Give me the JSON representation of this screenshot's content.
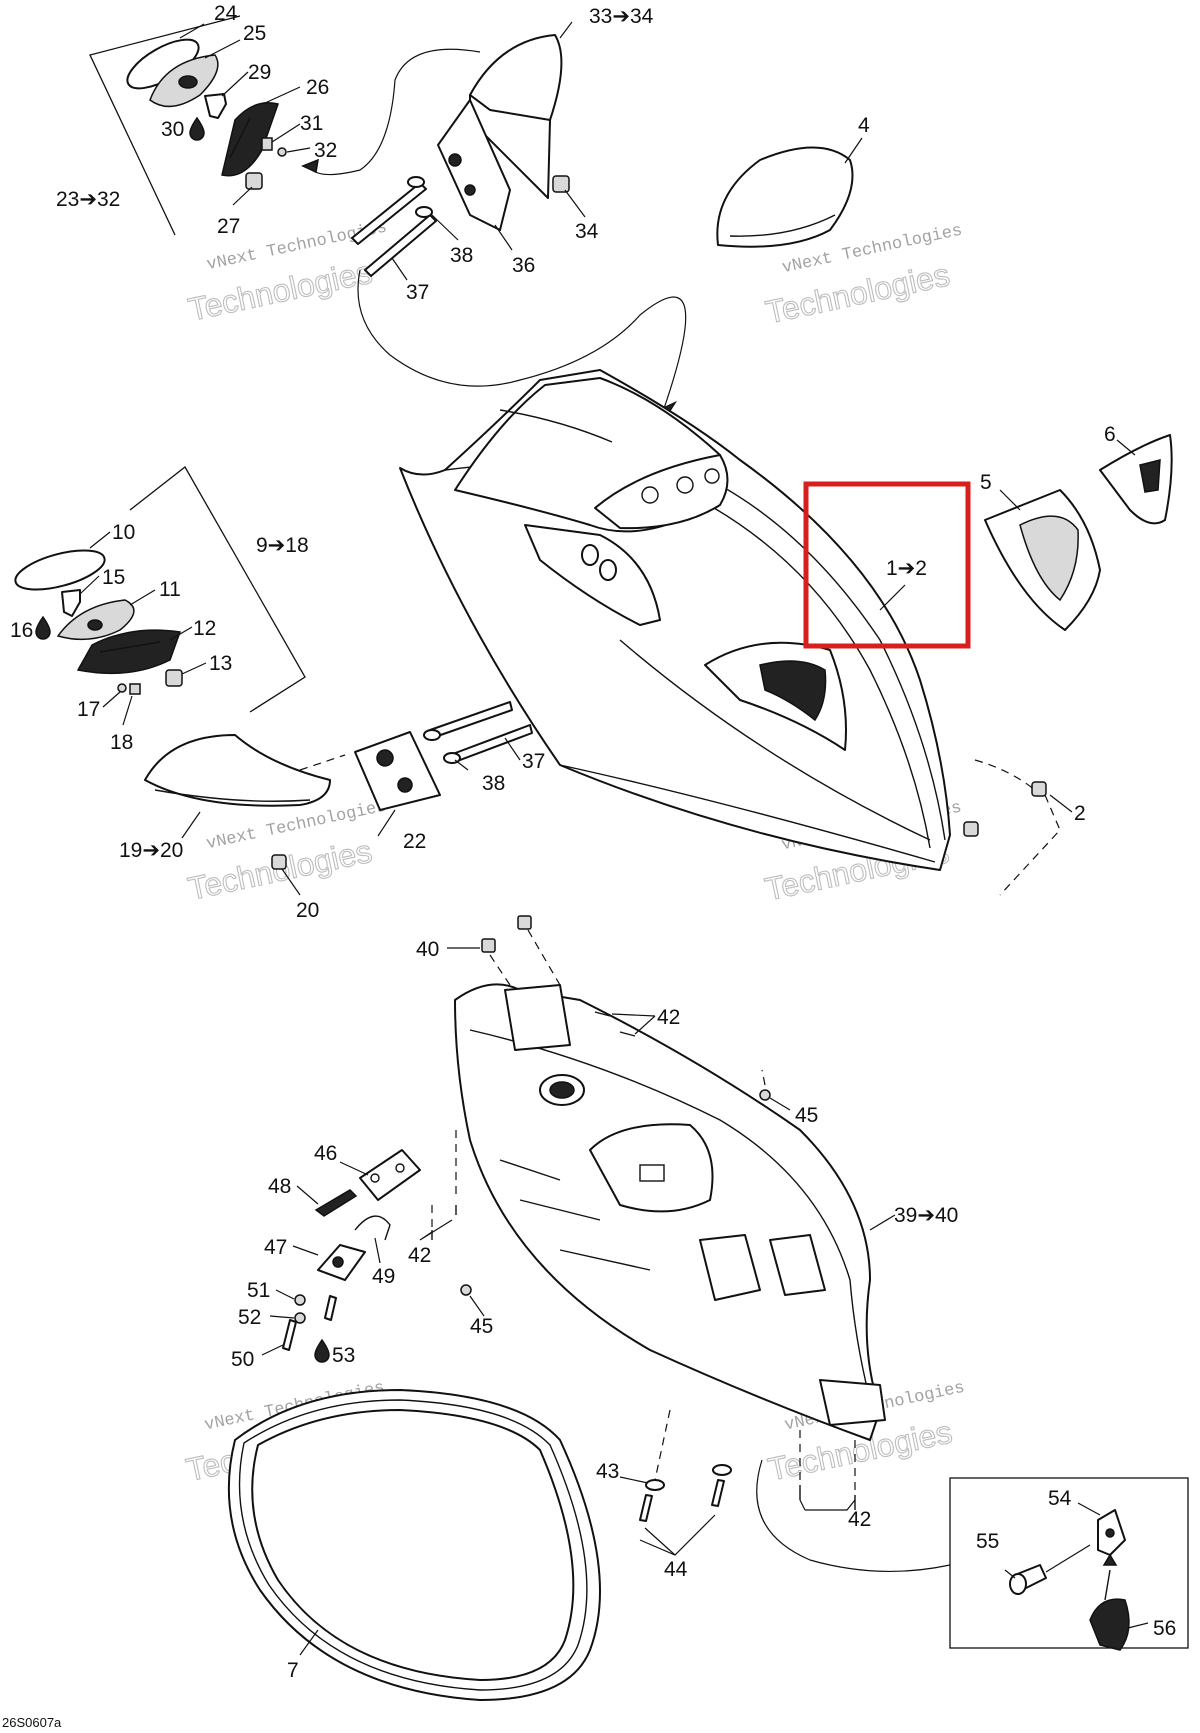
{
  "highlight_color": "#d91e1e",
  "callouts": {
    "c24": "24",
    "c25": "25",
    "c29": "29",
    "c26": "26",
    "c30": "30",
    "c31": "31",
    "c32": "32",
    "c23_32": "23➔32",
    "c27": "27",
    "c33_34": "33➔34",
    "c4": "4",
    "c34": "34",
    "c38a": "38",
    "c36": "36",
    "c37a": "37",
    "c6": "6",
    "c5": "5",
    "c1_2": "1➔2",
    "c10": "10",
    "c9_18": "9➔18",
    "c15": "15",
    "c11": "11",
    "c16": "16",
    "c12": "12",
    "c13": "13",
    "c17": "17",
    "c18": "18",
    "c37b": "37",
    "c38b": "38",
    "c2": "2",
    "c19_20": "19➔20",
    "c22": "22",
    "c20": "20",
    "c40": "40",
    "c42a": "42",
    "c45a": "45",
    "c46": "46",
    "c48": "48",
    "c39_40": "39➔40",
    "c47": "47",
    "c42b": "42",
    "c49": "49",
    "c51": "51",
    "c52": "52",
    "c45b": "45",
    "c50": "50",
    "c53": "53",
    "c43": "43",
    "c54": "54",
    "c42c": "42",
    "c55": "55",
    "c44": "44",
    "c56": "56",
    "c7": "7"
  },
  "watermarks": {
    "line1": "vNext Technologies",
    "line2": "vNext",
    "line3": "Technologies"
  },
  "drawing_code": "26S0607a",
  "icons": [
    "drop-icon",
    "arrow-icon"
  ]
}
